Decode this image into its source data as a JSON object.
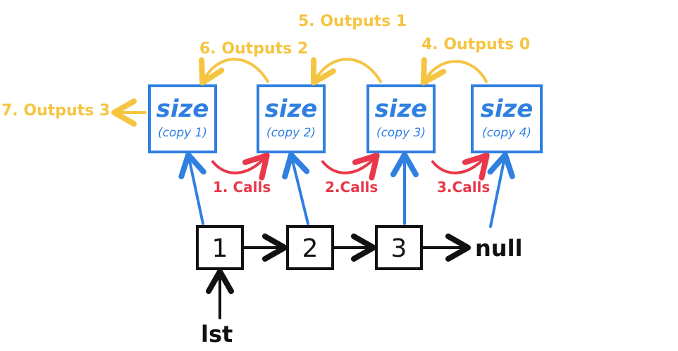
{
  "size_boxes": [
    {
      "title": "size",
      "copy": "(copy 1)"
    },
    {
      "title": "size",
      "copy": "(copy 2)"
    },
    {
      "title": "size",
      "copy": "(copy 3)"
    },
    {
      "title": "size",
      "copy": "(copy 4)"
    }
  ],
  "calls": [
    "1. Calls",
    "2.Calls",
    "3.Calls"
  ],
  "outputs": [
    "4. Outputs 0",
    "5. Outputs 1",
    "6. Outputs 2",
    "7. Outputs 3"
  ],
  "nodes": [
    "1",
    "2",
    "3"
  ],
  "null_label": "null",
  "pointer_label": "lst",
  "colors": {
    "recursion": "#2f80e0",
    "calls": "#e8384a",
    "outputs": "#f5c542",
    "list": "#111111"
  }
}
